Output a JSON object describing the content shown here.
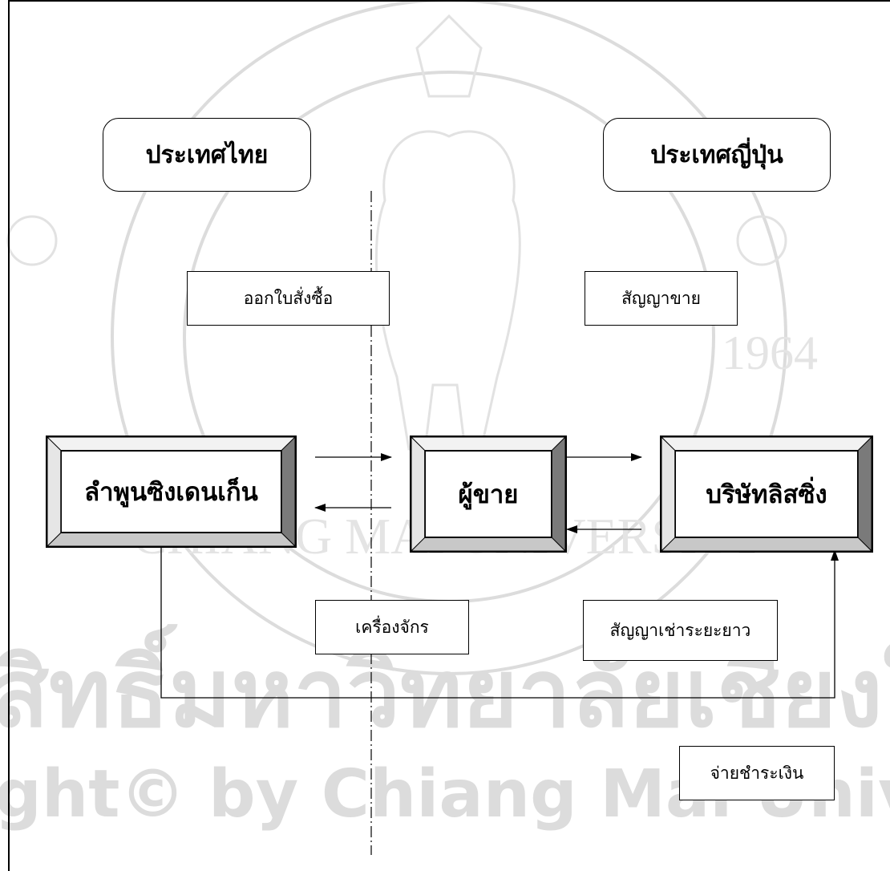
{
  "countries": {
    "thailand": "ประเทศไทย",
    "japan": "ประเทศญี่ปุ่น"
  },
  "documents": {
    "purchase_order": "ออกใบสั่งซื้อ",
    "sales_contract": "สัญญาขาย",
    "machinery": "เครื่องจักร",
    "long_term_lease": "สัญญาเช่าระยะยาว",
    "payment": "จ่ายชำระเงิน"
  },
  "entities": {
    "lamphun": "ลำพูนซิงเดนเก็น",
    "seller": "ผู้ขาย",
    "leasing": "บริษัทลิสซิ่ง"
  },
  "watermark": {
    "thai_text": "ลิขสิทธิ์มหาวิทยาลัยเชียงใหม่",
    "copyright_text": "Copyright© by Chiang Mai University",
    "seal_top": "CHIANG MAI UNIVERSITY",
    "seal_year": "1964"
  },
  "colors": {
    "line": "#000000",
    "bevel_light": "#f2f2f2",
    "bevel_mid": "#c8c8c8",
    "bevel_dark": "#7a7a7a",
    "watermark": "#d9d9d9"
  }
}
